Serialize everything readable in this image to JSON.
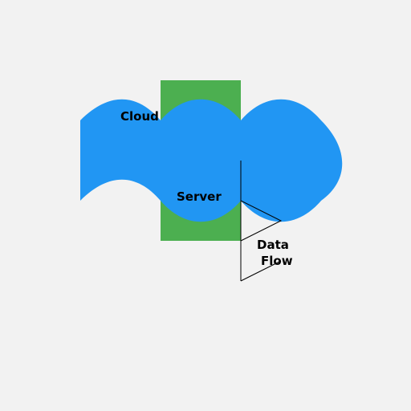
{
  "colors": {
    "background": "#f2f2f2",
    "server_fill": "#4caf50",
    "cloud_fill": "#2196f3",
    "flow_stroke": "#000000"
  },
  "labels": {
    "cloud": "Cloud",
    "server": "Server",
    "data_flow_line1": "Data",
    "data_flow_line2": "Flow"
  }
}
